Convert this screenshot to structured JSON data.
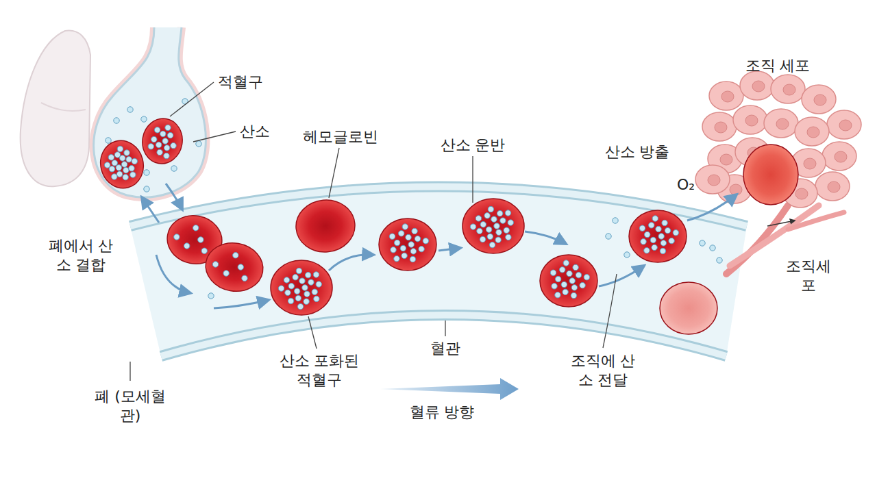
{
  "diagram": {
    "labels": [
      "적혈구",
      "산소",
      "헤모글로빈",
      "산소 운반",
      "산소 방출",
      "O₂",
      "조직 세포",
      "폐에서 산소 결합",
      "산소 포화된 적혈구",
      "혈관",
      "조직에 산소 전달",
      "혈류 방향",
      "폐 (모세혈관)",
      "조직세포"
    ]
  }
}
